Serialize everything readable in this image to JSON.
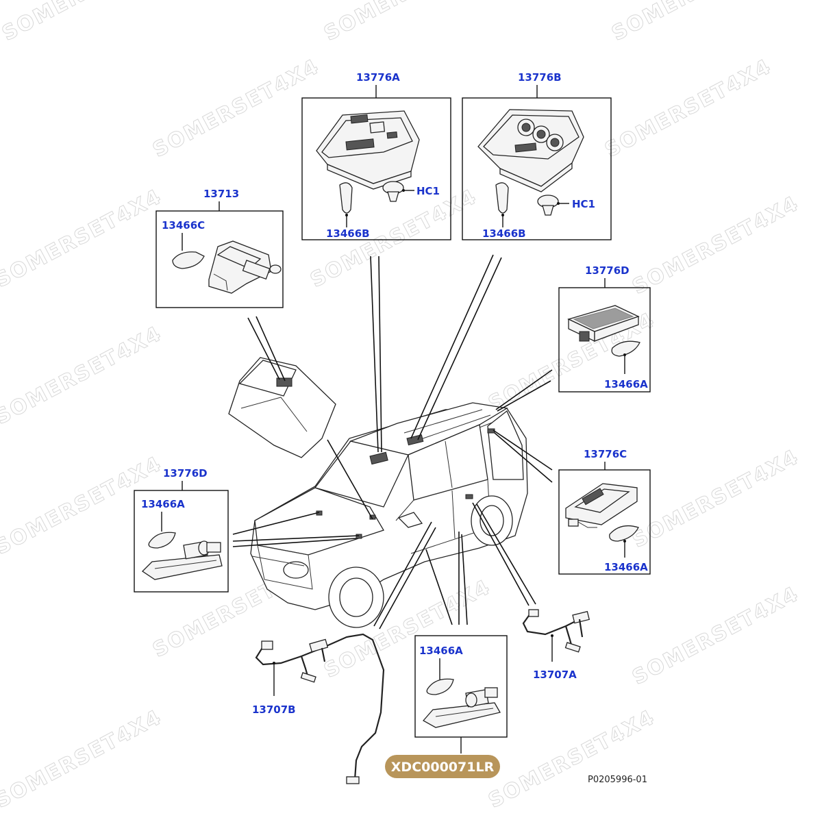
{
  "watermark": {
    "text": "SOMERSET4X4"
  },
  "callouts": {
    "main_13776A": "13776A",
    "main_13776B": "13776B",
    "main_13713": "13713",
    "main_13776D_top": "13776D",
    "main_13776C": "13776C",
    "main_13776D_left": "13776D",
    "bulb_13466B_a": "13466B",
    "bulb_13466B_b": "13466B",
    "clip_HC1_a": "HC1",
    "clip_HC1_b": "HC1",
    "bulb_13466C": "13466C",
    "bulb_13466A_top": "13466A",
    "bulb_13466A_right": "13466A",
    "bulb_13466A_left": "13466A",
    "bulb_13466A_bottom": "13466A",
    "harness_13707A": "13707A",
    "harness_13707B": "13707B"
  },
  "badge": {
    "text": "XDC000071LR",
    "color": "#b8955a"
  },
  "reference": {
    "text": "P0205996-01"
  },
  "colors": {
    "label": "#1a33cc",
    "line": "#111111"
  }
}
